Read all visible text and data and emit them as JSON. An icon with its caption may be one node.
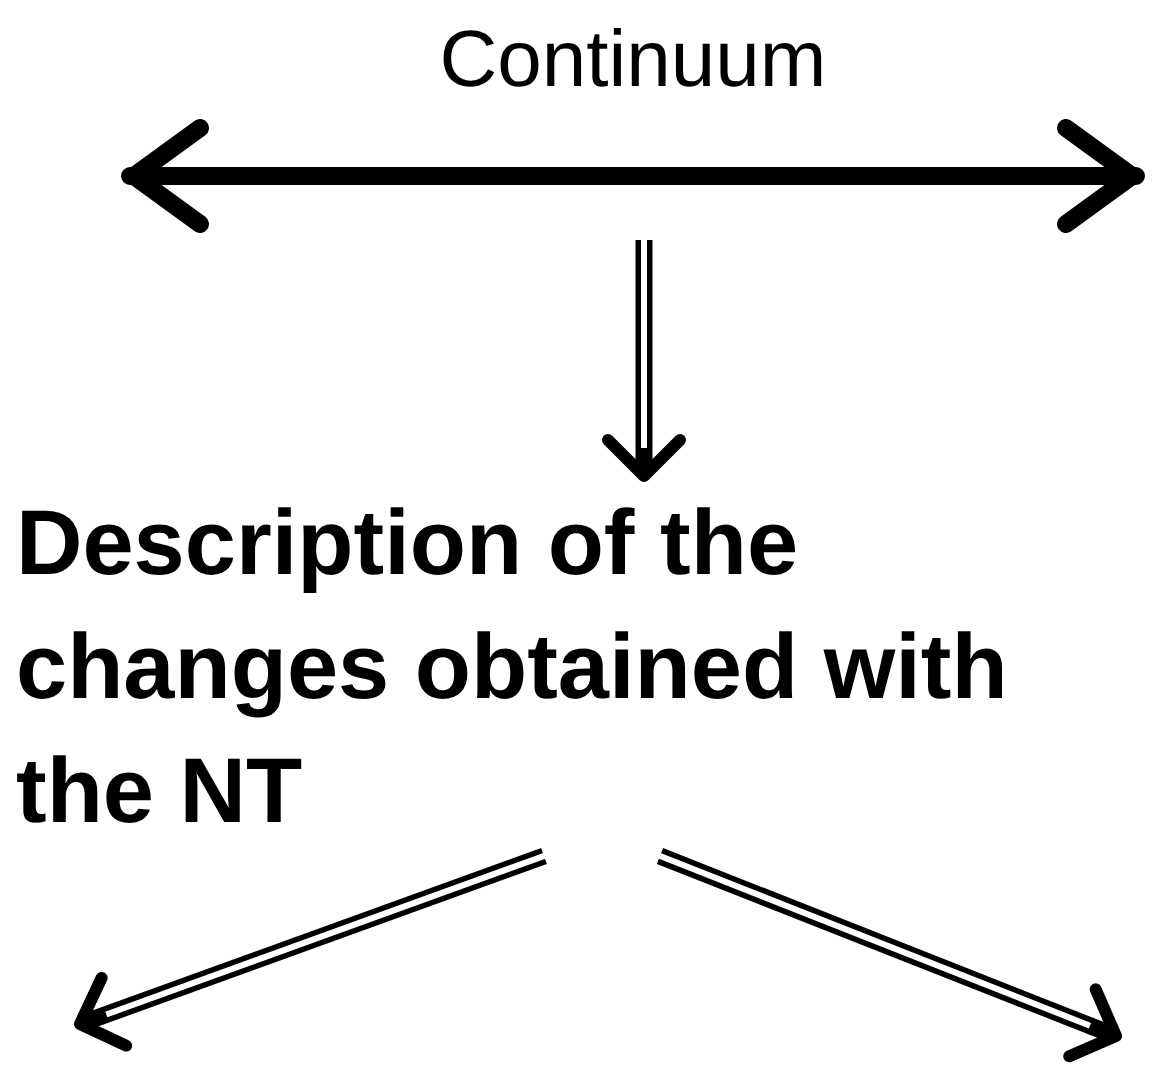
{
  "diagram": {
    "nodes": [
      {
        "text": [
          "Continuum"
        ]
      },
      {
        "text": [
          "Description of the changes obtained with the NT"
        ]
      }
    ],
    "edges": [
      {
        "from": 0,
        "to": 1,
        "arrow": "to"
      },
      {
        "from": 1,
        "to": null,
        "arrow": "to"
      },
      {
        "from": 1,
        "to": null,
        "arrow": "to"
      }
    ]
  }
}
